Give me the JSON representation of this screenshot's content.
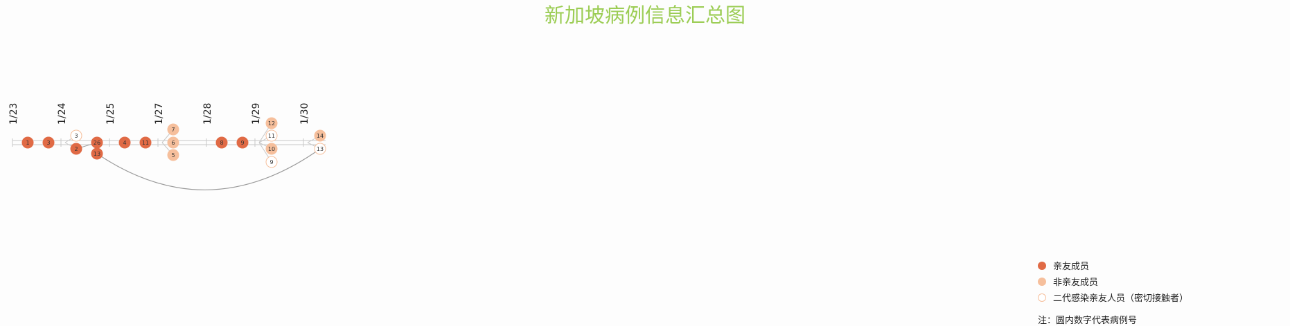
{
  "title": "新加坡病例信息汇总图",
  "colors": {
    "title": "#9ccd55",
    "family": "#e06a45",
    "nonfamily": "#f6bf9c",
    "secondary_fill": "#ffffff",
    "secondary_stroke": "#f6bf9c",
    "line": "#c8c8c8",
    "arc": "#9a9a9a"
  },
  "legend": {
    "family": "亲友成员",
    "nonfamily": "非亲友成员",
    "secondary": "二代感染亲友人员（密切接触者）",
    "note": "注：圆内数字代表病例号"
  },
  "chart_data": {
    "type": "diagram",
    "dates": [
      "1/23",
      "1/24",
      "1/25",
      "1/27",
      "1/28",
      "1/29",
      "1/30"
    ],
    "cases": [
      {
        "id": "1",
        "date": "1/23",
        "kind": "family"
      },
      {
        "id": "3",
        "date": "1/23",
        "kind": "family"
      },
      {
        "id": "3",
        "date": "1/24",
        "kind": "secondary"
      },
      {
        "id": "2",
        "date": "1/24",
        "kind": "family"
      },
      {
        "id": "26",
        "date": "1/24",
        "kind": "family"
      },
      {
        "id": "13",
        "date": "1/24",
        "kind": "family"
      },
      {
        "id": "4",
        "date": "1/25",
        "kind": "family"
      },
      {
        "id": "11",
        "date": "1/25",
        "kind": "family"
      },
      {
        "id": "7",
        "date": "1/27",
        "kind": "nonfamily"
      },
      {
        "id": "6",
        "date": "1/27",
        "kind": "nonfamily"
      },
      {
        "id": "5",
        "date": "1/27",
        "kind": "nonfamily"
      },
      {
        "id": "8",
        "date": "1/28",
        "kind": "family"
      },
      {
        "id": "9",
        "date": "1/28",
        "kind": "family"
      },
      {
        "id": "12",
        "date": "1/29",
        "kind": "nonfamily"
      },
      {
        "id": "11",
        "date": "1/29",
        "kind": "secondary"
      },
      {
        "id": "10",
        "date": "1/29",
        "kind": "nonfamily"
      },
      {
        "id": "9",
        "date": "1/29",
        "kind": "secondary"
      },
      {
        "id": "14",
        "date": "1/30",
        "kind": "nonfamily"
      },
      {
        "id": "13",
        "date": "1/30",
        "kind": "secondary"
      }
    ],
    "links": [
      {
        "from": "13@1/24",
        "to": "13@1/30"
      },
      {
        "from": "2@1/24",
        "to": "26@1/24"
      }
    ]
  }
}
